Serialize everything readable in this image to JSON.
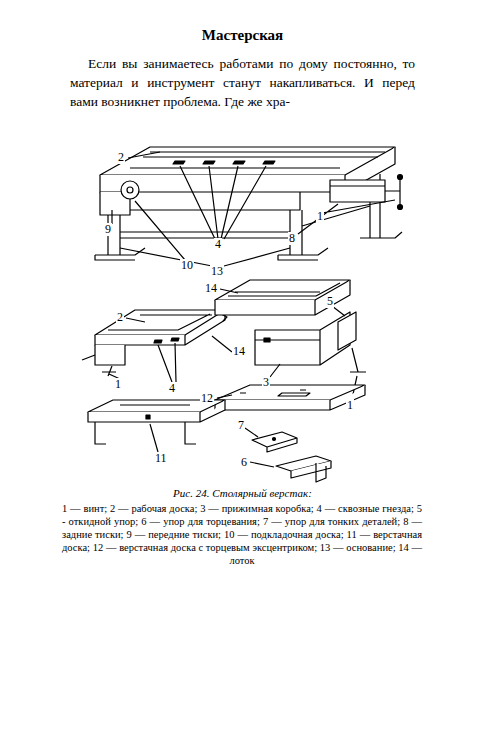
{
  "diagram": {
    "title": "Мастерская",
    "caption": "Рис. 24. Столярный верстак:",
    "labels": [
      "Если вы занимаетесь работами по дому постоянно, то материал и инструмент станут накапливаться. И перед вами возникнет проблема. Где же хра-",
      "2",
      "1",
      "8",
      "9",
      "10",
      "4",
      "13",
      "14",
      "5",
      "2",
      "3",
      "14",
      "4",
      "1",
      "1",
      "12",
      "7",
      "6",
      "11",
      "1 — винт; 2 — рабочая доска; 3 — прижимная коробка; 4 — сквозные гнезда; 5 - откидной упор; 6 — упор для торцевания; 7 — упор для тонких деталей; 8 — задние тиски; 9 — передние тиски; 10 — подкладочная доска; 11 — верстачная доска; 12 — верстачная доска с торцевым эксцентриком; 13 — основание; 14 — лоток"
    ]
  }
}
